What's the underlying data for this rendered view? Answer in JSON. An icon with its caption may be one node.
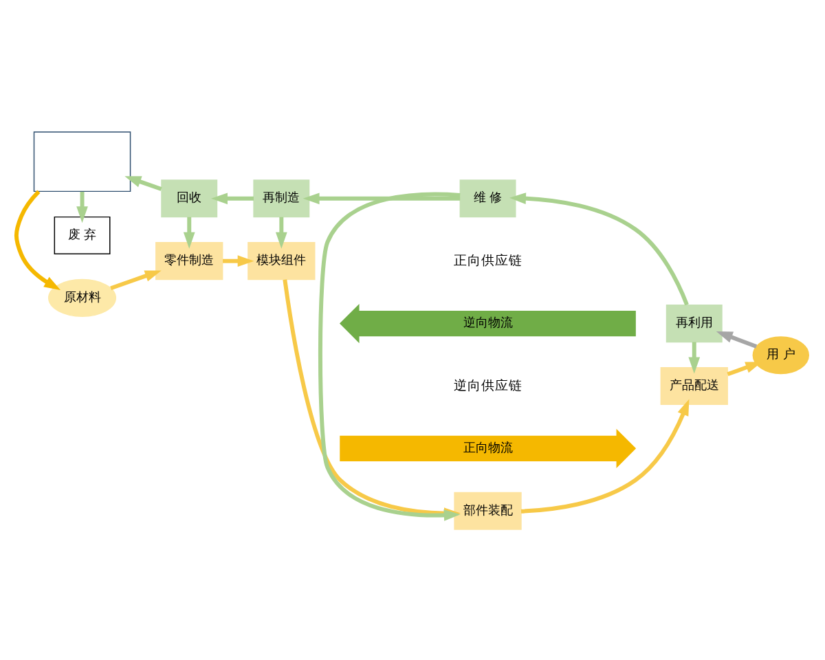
{
  "diagram": {
    "nodes": [
      {
        "text": [
          "原材料"
        ]
      },
      {
        "text": [
          "零件制造"
        ]
      },
      {
        "text": [
          "模块组件"
        ]
      },
      {
        "text": [
          "部件装配"
        ]
      },
      {
        "text": [
          "产品配送"
        ]
      },
      {
        "text": [
          "用 户"
        ]
      },
      {
        "text": [
          "再利用"
        ]
      },
      {
        "text": [
          "维 修"
        ]
      },
      {
        "text": [
          "再制造"
        ]
      },
      {
        "text": [
          "回收"
        ]
      },
      {
        "text": [
          "废 弃"
        ]
      },
      {
        "text": [],
        "shape": "box"
      },
      {
        "text": [
          "正向物流"
        ]
      },
      {
        "text": [
          "逆向物流"
        ]
      }
    ],
    "edges": [
      {
        "from": 0,
        "to": 1,
        "arrow": "to",
        "color": "#f7c948"
      },
      {
        "from": 1,
        "to": 2,
        "arrow": "to",
        "color": "#f7c948"
      },
      {
        "from": 2,
        "to": 3,
        "arrow": "to",
        "color": "#f7c948"
      },
      {
        "from": 3,
        "to": 4,
        "arrow": "to",
        "color": "#f7c948"
      },
      {
        "from": 4,
        "to": 5,
        "arrow": "to",
        "color": "#f7c948"
      },
      {
        "from": 5,
        "to": 6,
        "arrow": "to",
        "color": "#a6a6a6"
      },
      {
        "from": 6,
        "to": 7,
        "arrow": "to"
      },
      {
        "from": 7,
        "to": 8,
        "arrow": "to"
      },
      {
        "from": 8,
        "to": 9,
        "arrow": "to"
      },
      {
        "from": 9,
        "to": 11,
        "arrow": "to"
      },
      {
        "from": 9,
        "to": 1,
        "arrow": "to"
      },
      {
        "from": 8,
        "to": 2,
        "arrow": "to"
      },
      {
        "from": 7,
        "to": 3,
        "arrow": "to"
      },
      {
        "from": 6,
        "to": 4,
        "arrow": "to"
      },
      {
        "from": 11,
        "to": 0,
        "arrow": "to",
        "color": "#f5b800"
      },
      {
        "from": 11,
        "to": 10,
        "arrow": "to"
      }
    ],
    "labels": [
      "正向供应链",
      "逆向供应链"
    ]
  }
}
